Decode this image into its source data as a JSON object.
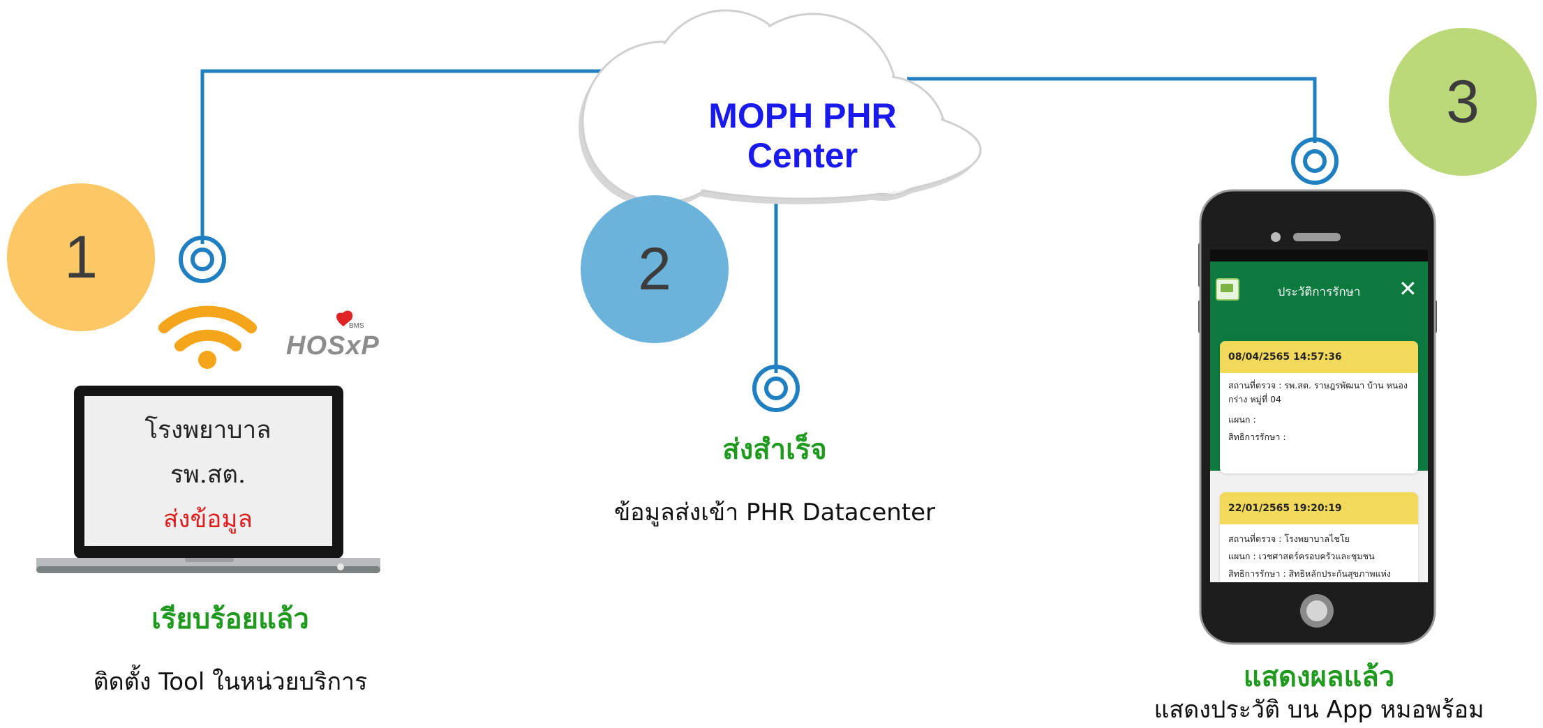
{
  "cloud": {
    "line1": "MOPH PHR",
    "line2": "Center"
  },
  "steps": [
    {
      "number": "1",
      "color": "#fcc765"
    },
    {
      "number": "2",
      "color": "#6cb3dc"
    },
    {
      "number": "3",
      "color": "#bcd97a"
    }
  ],
  "colors": {
    "connector": "#1f7fc0",
    "wifi": "#f5a51a",
    "success": "#1f9a1f",
    "laptop_red": "#e01c1c"
  },
  "laptop": {
    "screen_lines": [
      "โรงพยาบาล",
      "รพ.สต.",
      "ส่งข้อมูล"
    ],
    "status": "เรียบร้อยแล้ว",
    "desc": "ติดตั้ง Tool ในหน่วยบริการ"
  },
  "hosxp": {
    "logo_text": "HOSxP",
    "badge_text": "BMS"
  },
  "center": {
    "status": "ส่งสำเร็จ",
    "desc": "ข้อมูลส่งเข้า PHR Datacenter"
  },
  "phone": {
    "app_title": "ประวัติการรักษา",
    "close_icon": "✕",
    "records": [
      {
        "date": "08/04/2565 14:57:36",
        "place": "สถานที่ตรวจ : รพ.สต. ราษฎรพัฒนา บ้าน หนองกร่าง หมู่ที่ 04",
        "dept": "แผนก :",
        "right": "สิทธิการรักษา :"
      },
      {
        "date": "22/01/2565 19:20:19",
        "place": "สถานที่ตรวจ : โรงพยาบาลไชโย",
        "dept": "แผนก : เวชศาสตร์ครอบครัวและชุมชน",
        "right": "สิทธิการรักษา : สิทธิหลักประกันสุขภาพแห่ง"
      }
    ],
    "status": "แสดงผลแล้ว",
    "desc": "แสดงประวัติ บน App หมอพร้อม"
  }
}
